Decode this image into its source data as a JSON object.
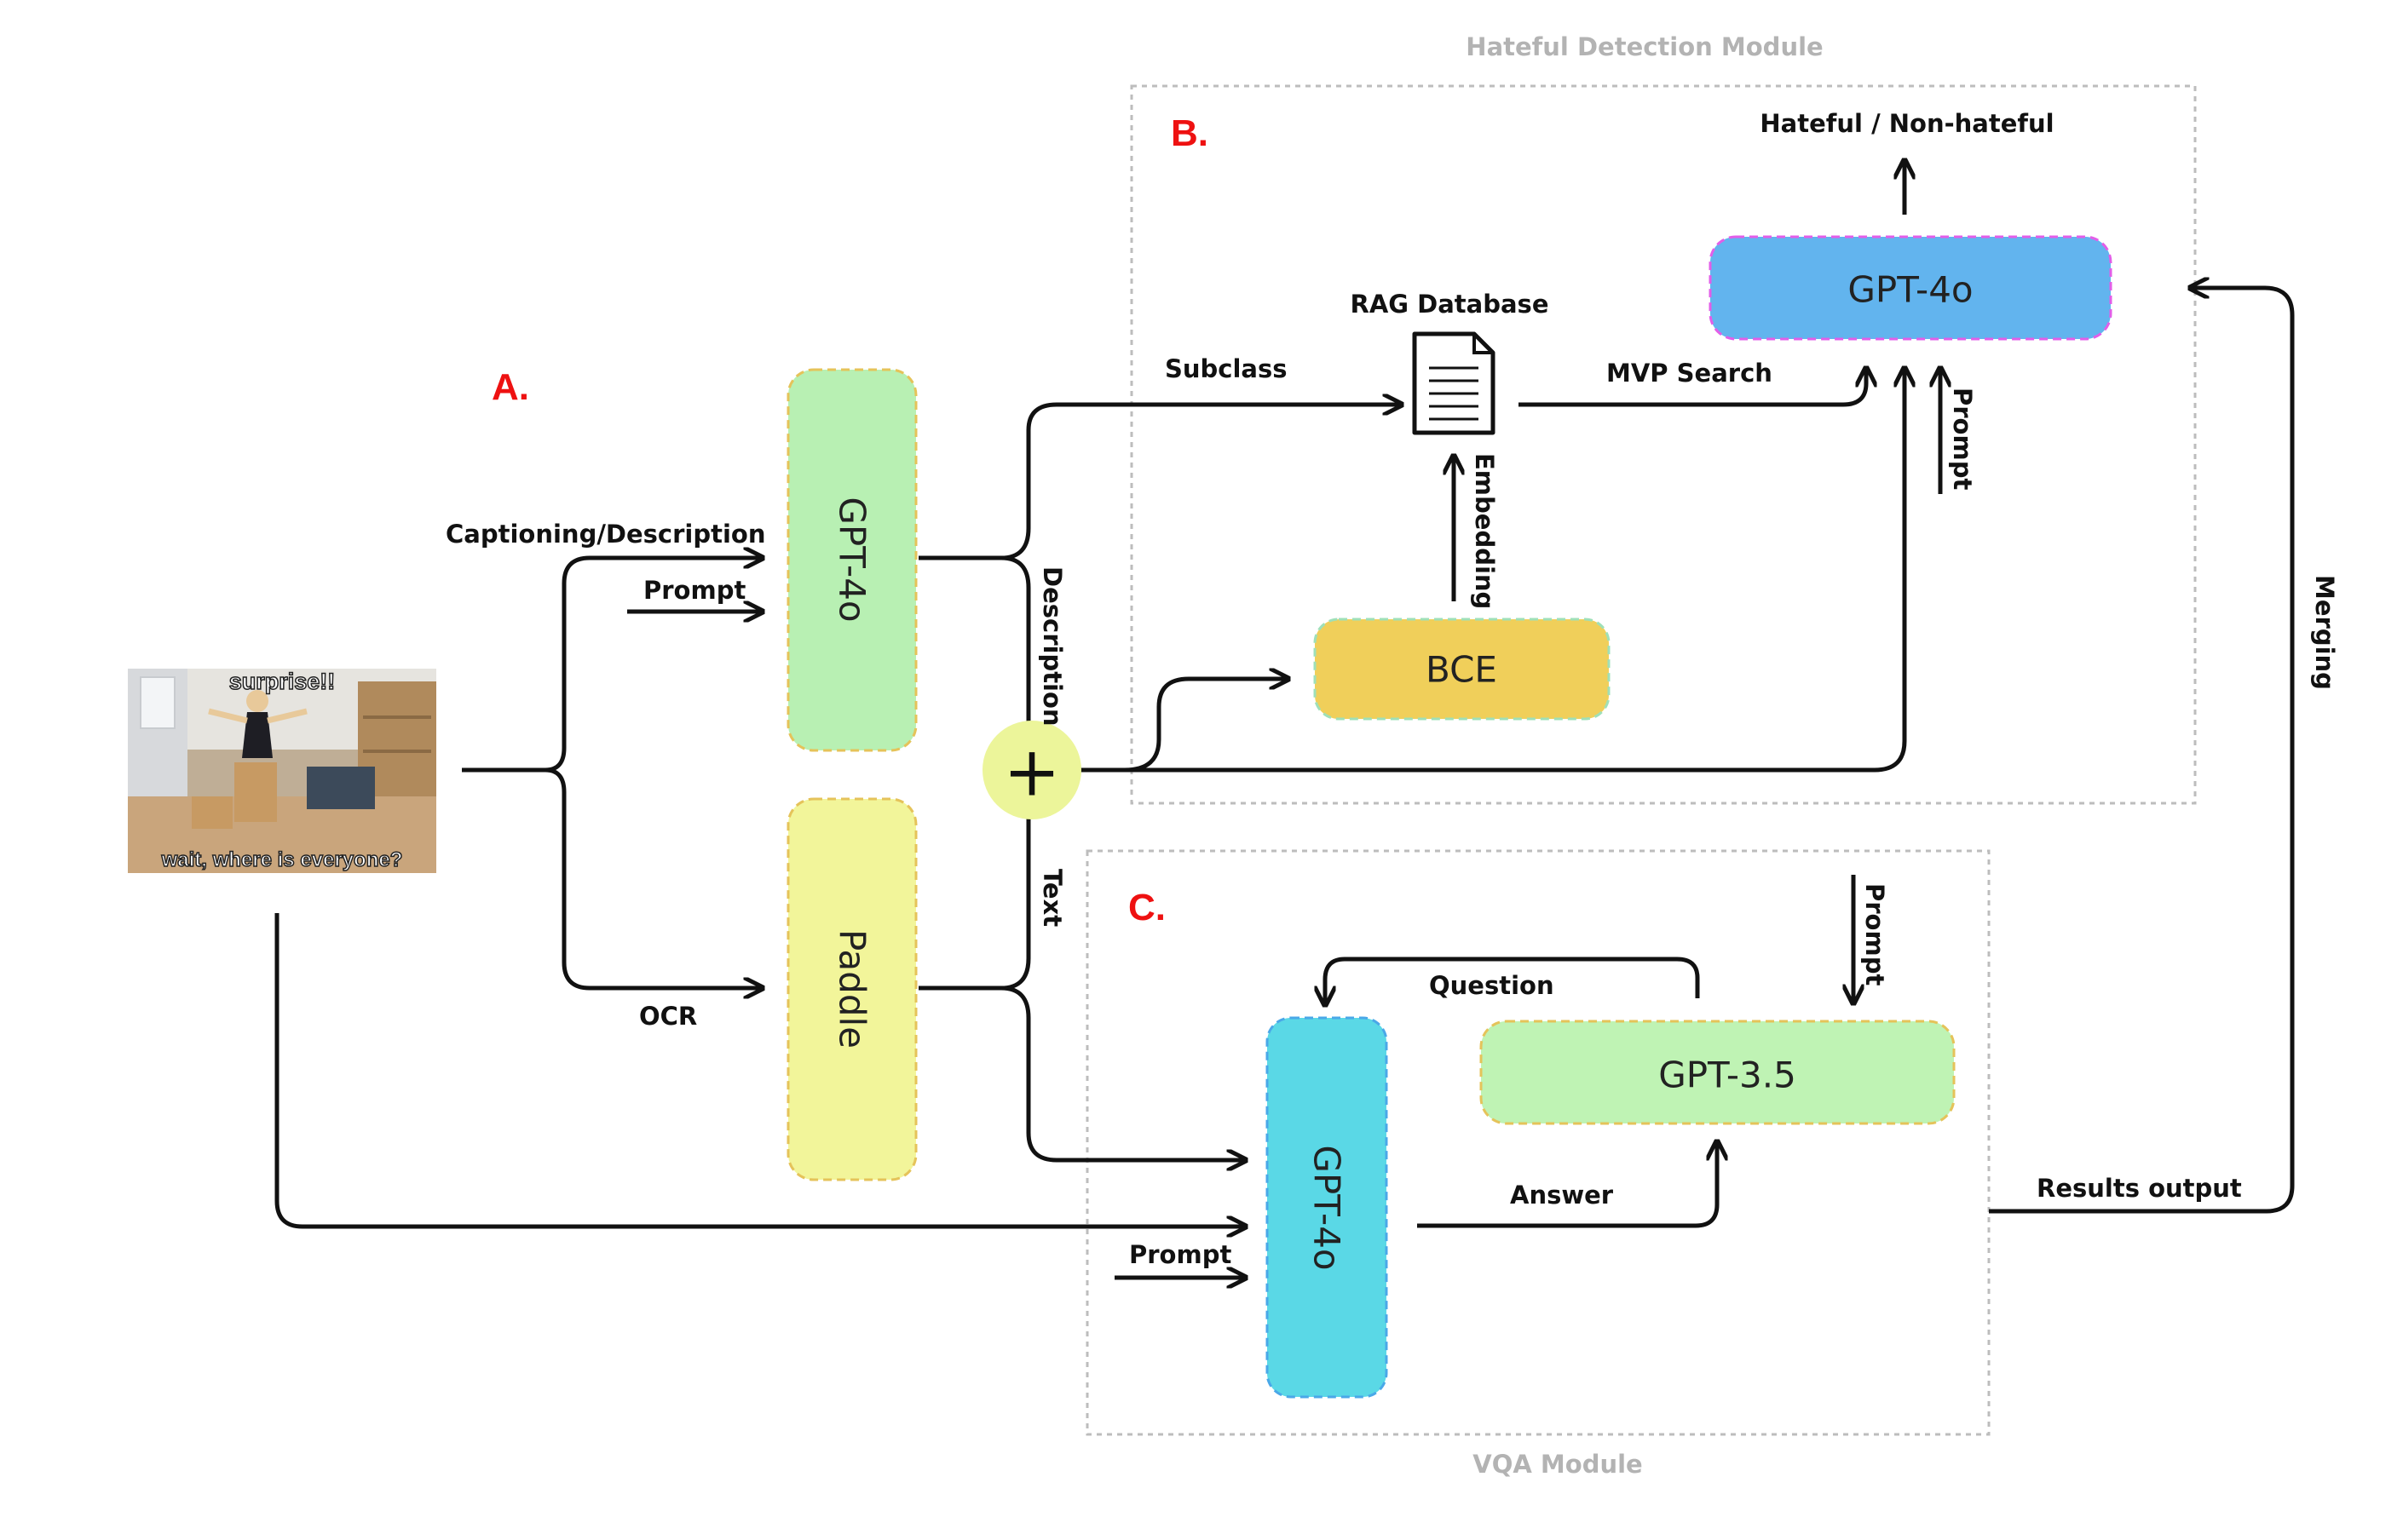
{
  "modules": {
    "hateful_detection": "Hateful Detection Module",
    "vqa": "VQA Module"
  },
  "sections": {
    "a": "A.",
    "b": "B.",
    "c": "C."
  },
  "input_image": {
    "top_caption": "surprise!!",
    "bottom_caption": "wait, where is everyone?"
  },
  "nodes": {
    "gpt4o_describer": "GPT-4o",
    "paddle": "Paddle",
    "bce": "BCE",
    "gpt4o_detector": "GPT-4o",
    "gpt4o_vqa": "GPT-4o",
    "gpt35": "GPT-3.5",
    "rag_database": "RAG Database",
    "combine_symbol": "+"
  },
  "edge_labels": {
    "captioning": "Captioning/Description",
    "prompt_a": "Prompt",
    "ocr": "OCR",
    "description": "Description",
    "text": "Text",
    "subclass": "Subclass",
    "mvp_search": "MVP Search",
    "embedding": "Embedding",
    "prompt_b": "Prompt",
    "output": "Hateful / Non-hateful",
    "merging": "Merging",
    "question": "Question",
    "prompt_c_top": "Prompt",
    "answer": "Answer",
    "prompt_c_left": "Prompt",
    "results_output": "Results output"
  },
  "colors": {
    "green_box": "#b8f0b3",
    "yellow_box": "#f2f59a",
    "blue_box": "#62b4ee",
    "cyan_box": "#5ad8e6",
    "bce_box": "#f0cf5a",
    "gpt35_box": "#bff3b4",
    "plus_circle": "#ecf59a",
    "section_label": "#ee1111",
    "module_label": "#b3b3b3"
  }
}
